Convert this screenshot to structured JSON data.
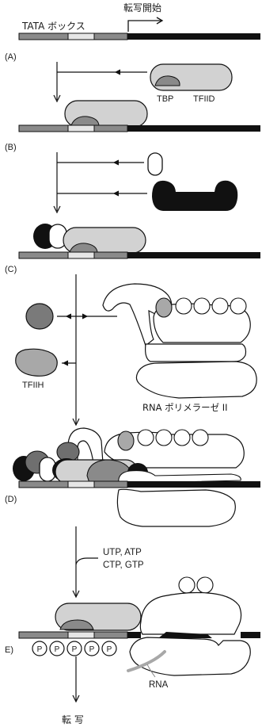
{
  "labels": {
    "tata_box": "TATA ボックス",
    "transcription_start": "転写開始",
    "panel_a": "(A)",
    "panel_b": "(B)",
    "panel_c": "(C)",
    "panel_d": "(D)",
    "panel_e": "E)",
    "tbp": "TBP",
    "tfiid": "TFIID",
    "tfiih": "TFIIH",
    "rna_polymerase": "RNA ポリメラーゼ II",
    "ntps_line1": "UTP, ATP",
    "ntps_line2": "CTP, GTP",
    "p": "P",
    "rna": "RNA",
    "transcription": "転 写"
  },
  "colors": {
    "dna_black": "#111111",
    "tata_dark": "#8a8a8a",
    "tata_light": "#e6e6e6",
    "factor_light": "#d2d2d2",
    "factor_mid": "#a8a8a8",
    "factor_dark": "#6f6f6f"
  }
}
